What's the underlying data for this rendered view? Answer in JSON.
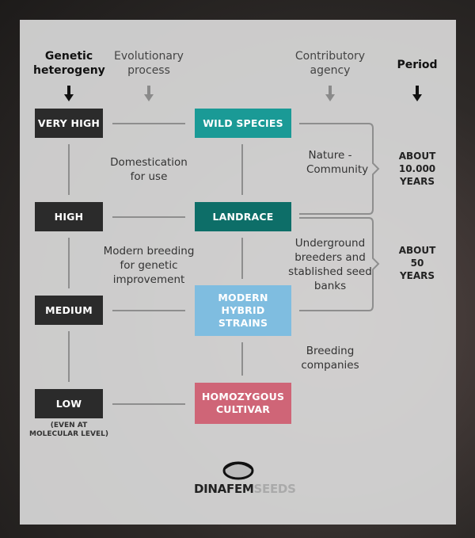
{
  "headers": {
    "genetic_heterogeny": "Genetic heterogeny",
    "evolutionary_process": "Evolutionary process",
    "contributory_agency": "Contributory agency",
    "period": "Period"
  },
  "heterogeny_levels": [
    {
      "label": "VERY HIGH"
    },
    {
      "label": "HIGH"
    },
    {
      "label": "MEDIUM"
    },
    {
      "label": "LOW"
    }
  ],
  "low_note": "(EVEN AT MOLECULAR LEVEL)",
  "stages": [
    {
      "label": "WILD SPECIES",
      "color": "#1a9a96"
    },
    {
      "label": "LANDRACE",
      "color": "#0d6e68"
    },
    {
      "label": "MODERN HYBRID STRAINS",
      "color": "#7fbde0"
    },
    {
      "label": "HOMOZYGOUS CULTIVAR",
      "color": "#cf6577"
    }
  ],
  "processes": [
    "Domestication for use",
    "Modern breeding for genetic improvement"
  ],
  "agencies": [
    "Nature - Community",
    "Underground breeders and stablished seed banks",
    "Breeding companies"
  ],
  "periods": [
    "ABOUT 10.000 YEARS",
    "ABOUT 50 YEARS"
  ],
  "logo": {
    "text": "DINAFEM SEEDS"
  }
}
